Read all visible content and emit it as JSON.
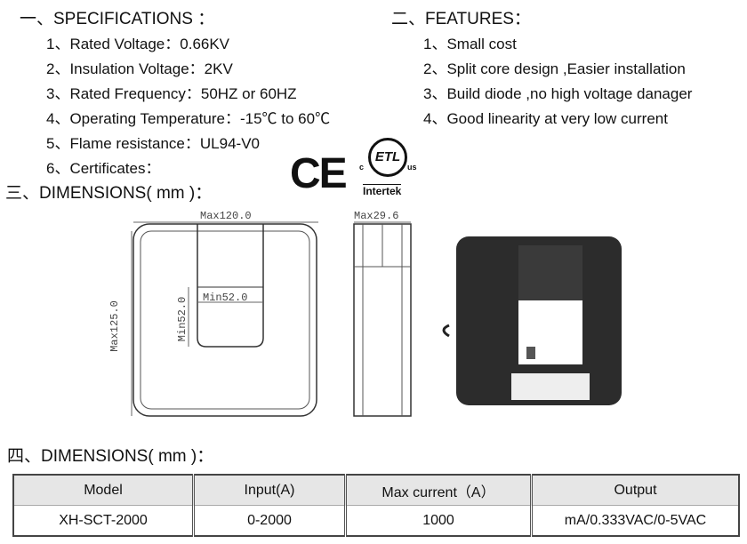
{
  "specifications": {
    "title": "一、SPECIFICATIONS ：",
    "items": [
      "1、Rated Voltage：0.66KV",
      "2、Insulation Voltage：2KV",
      "3、Rated Frequency：50HZ or 60HZ",
      "4、Operating Temperature：-15℃ to 60℃",
      "5、Flame resistance：UL94-V0",
      "6、Certificates："
    ]
  },
  "features": {
    "title": "二、FEATURES：",
    "items": [
      "1、Small cost",
      "2、Split core design ,Easier installation",
      "3、Build diode ,no high voltage danager",
      "4、Good linearity at very low current"
    ]
  },
  "certificates": {
    "ce": "CE",
    "etl": "Intertek",
    "etl_c": "c",
    "etl_us": "us"
  },
  "dimensions": {
    "title": "三、DIMENSIONS( mm )：",
    "front_width": "Max120.0",
    "front_height": "Max125.0",
    "window_width": "Min52.0",
    "window_height": "Min52.0",
    "side_width": "Max29.6"
  },
  "table_section": {
    "title": "四、DIMENSIONS( mm )：",
    "headers": [
      "Model",
      "Input(A)",
      "Max current（A）",
      "Output"
    ],
    "rows": [
      [
        "XH-SCT-2000",
        "0-2000",
        "1000",
        "mA/0.333VAC/0-5VAC"
      ]
    ]
  }
}
